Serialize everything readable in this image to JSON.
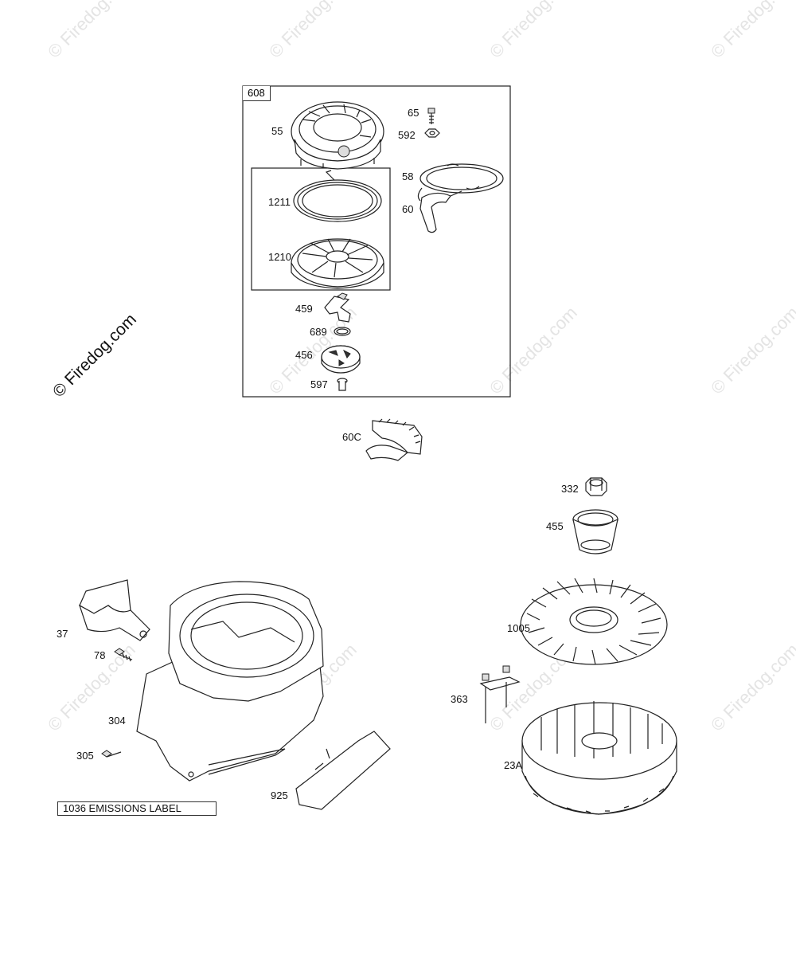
{
  "watermark": {
    "text": "© Firedog.com",
    "copyright_symbol": "©",
    "brand": "Firedog.com"
  },
  "kit": {
    "number": "608"
  },
  "parts": {
    "p55": "55",
    "p65": "65",
    "p592": "592",
    "p58": "58",
    "p60": "60",
    "p1211": "1211",
    "p1210": "1210",
    "p459": "459",
    "p689": "689",
    "p456": "456",
    "p597": "597",
    "p60c": "60C",
    "p332": "332",
    "p455": "455",
    "p37": "37",
    "p78": "78",
    "p1005": "1005",
    "p363": "363",
    "p304": "304",
    "p305": "305",
    "p23a": "23A",
    "p925": "925"
  },
  "emissions_label": "1036 EMISSIONS LABEL"
}
